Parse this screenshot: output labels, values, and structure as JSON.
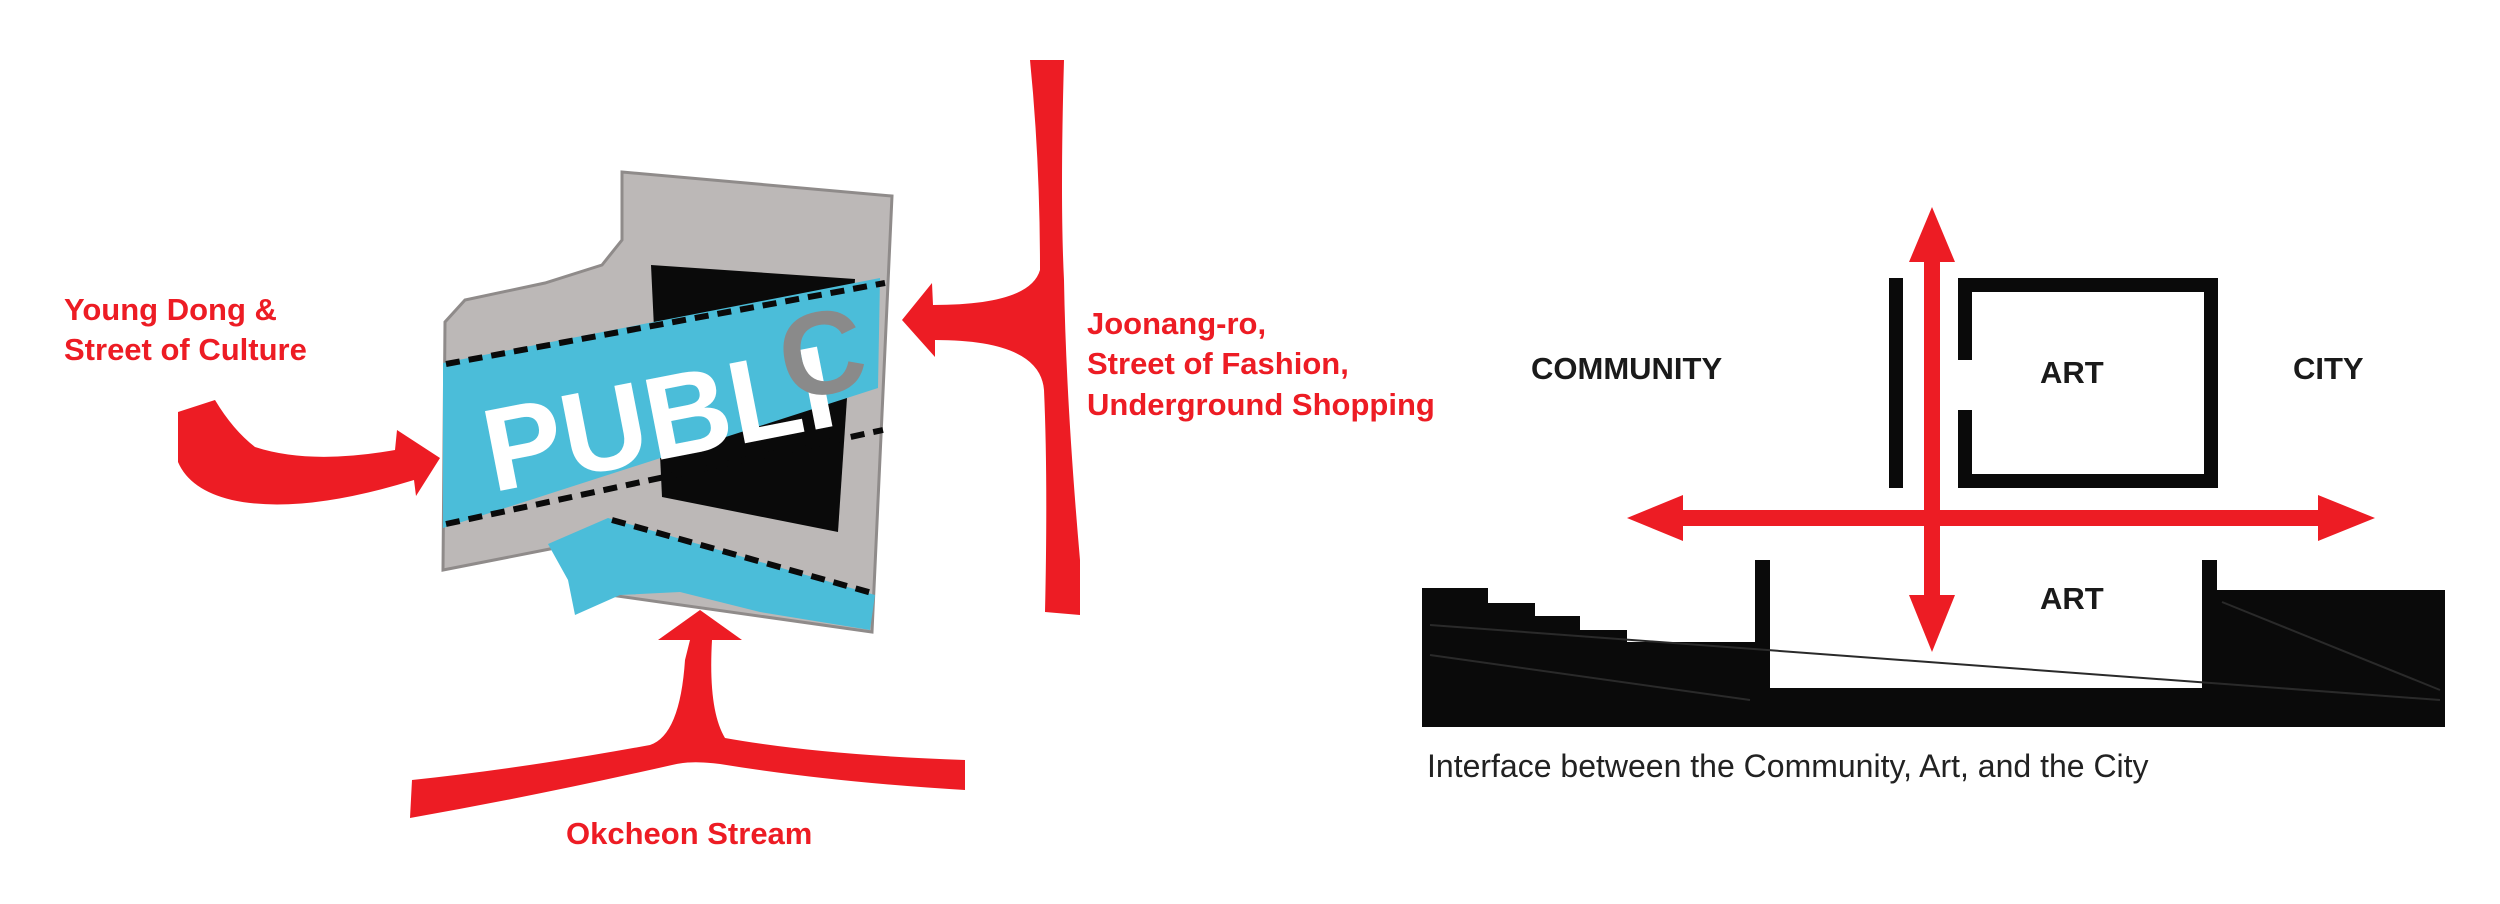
{
  "colors": {
    "accent_red": "#ed1c24",
    "public_blue": "#4bbdd9",
    "site_gray": "#bcb8b7",
    "black": "#0a0a0a"
  },
  "site_map": {
    "public_word": "PUBLI",
    "public_last_letter": "C",
    "labels": {
      "young_dong": [
        "Young Dong &",
        "Street of Culture"
      ],
      "joonang_ro": [
        "Joonang-ro,",
        "Street of Fashion,",
        "Underground Shopping"
      ],
      "okcheon": "Okcheon Stream"
    }
  },
  "interface_diagram": {
    "community": "COMMUNITY",
    "art_upper": "ART",
    "city": "CITY",
    "art_lower": "ART",
    "caption": "Interface between the Community, Art, and the City"
  }
}
